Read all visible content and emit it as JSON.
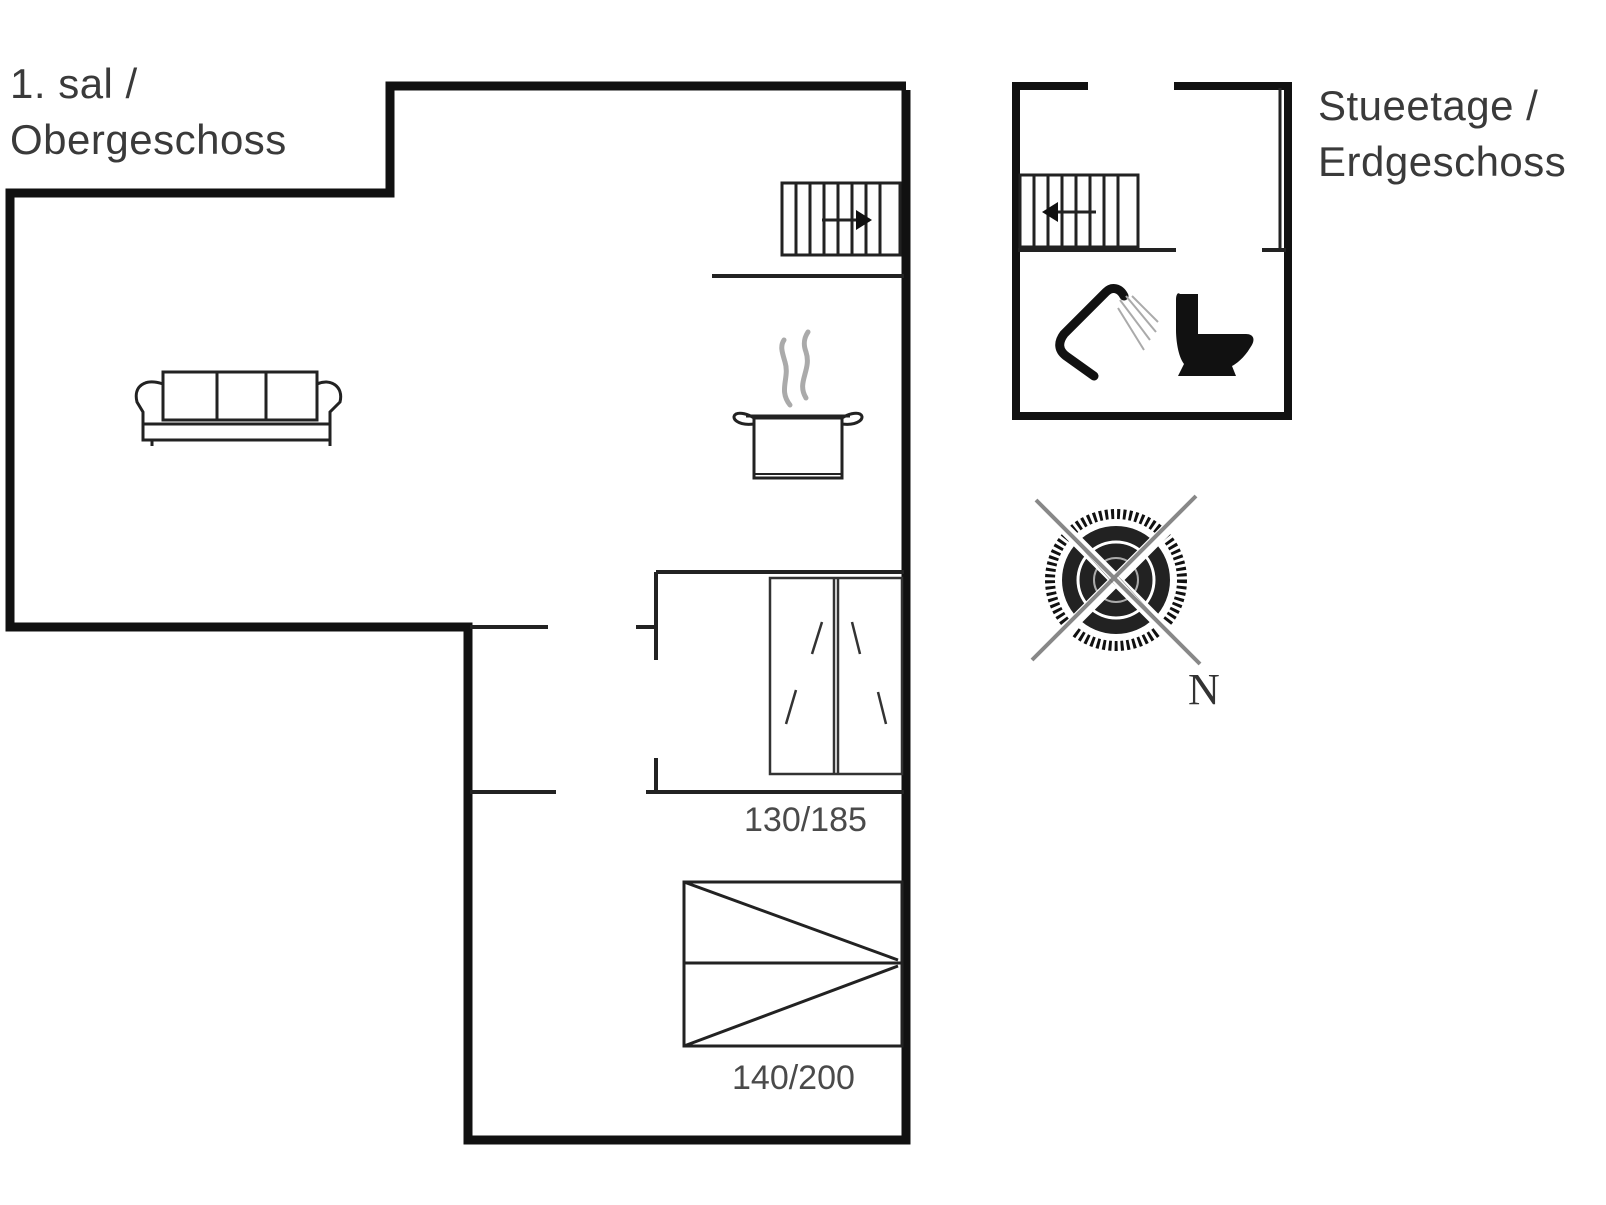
{
  "floors": {
    "upper": {
      "line1": "1. sal /",
      "line2": "Obergeschoss"
    },
    "ground": {
      "line1": "Stueetage /",
      "line2": "Erdgeschoss"
    }
  },
  "beds": {
    "bed1": "130/185",
    "bed2": "140/200"
  },
  "compass": {
    "north": "N"
  },
  "icons": [
    "stairs-icon",
    "sofa-icon",
    "cooking-pot-icon",
    "shower-icon",
    "toilet-icon",
    "compass-rose-icon",
    "bed-icon"
  ],
  "colors": {
    "wall": "#111111",
    "line": "#333333",
    "steam": "#aaaaaa",
    "text": "#3a3a3a"
  }
}
